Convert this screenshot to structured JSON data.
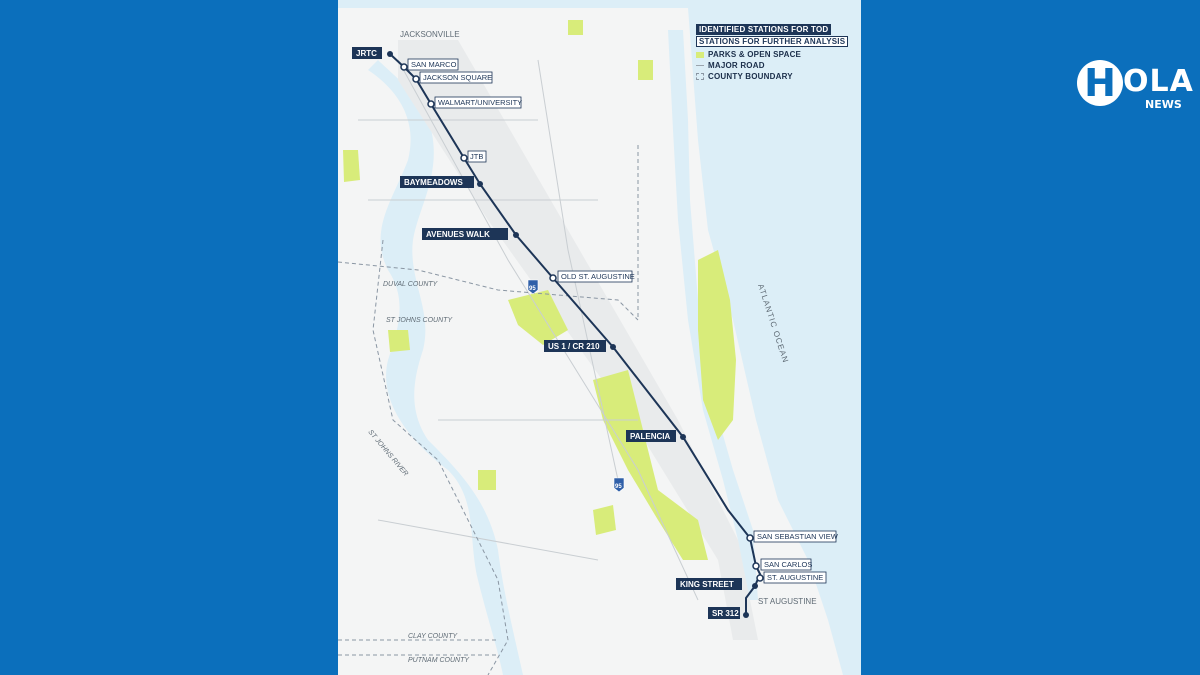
{
  "legend": {
    "tod_label": "IDENTIFIED STATIONS FOR TOD",
    "further_label": "STATIONS FOR FURTHER ANALYSIS",
    "parks_label": "PARKS & OPEN SPACE",
    "road_label": "MAJOR ROAD",
    "county_label": "COUNTY BOUNDARY"
  },
  "places": {
    "jacksonville": "JACKSONVILLE",
    "st_augustine": "ST AUGUSTINE",
    "atlantic": "ATLANTIC OCEAN",
    "duval": "DUVAL COUNTY",
    "st_johns_county": "ST JOHNS COUNTY",
    "st_johns_river": "ST JOHNS RIVER",
    "clay": "CLAY COUNTY",
    "putnam": "PUTNAM COUNTY",
    "i95_a": "95",
    "i95_b": "95"
  },
  "stations": [
    {
      "name": "JRTC",
      "type": "tod"
    },
    {
      "name": "SAN MARCO",
      "type": "further"
    },
    {
      "name": "JACKSON SQUARE",
      "type": "further"
    },
    {
      "name": "WALMART/UNIVERSITY",
      "type": "further"
    },
    {
      "name": "JTB",
      "type": "further"
    },
    {
      "name": "BAYMEADOWS",
      "type": "tod"
    },
    {
      "name": "AVENUES WALK",
      "type": "tod"
    },
    {
      "name": "OLD ST. AUGUSTINE",
      "type": "further"
    },
    {
      "name": "US 1 / CR 210",
      "type": "tod"
    },
    {
      "name": "PALENCIA",
      "type": "tod"
    },
    {
      "name": "SAN SEBASTIAN VIEW",
      "type": "further"
    },
    {
      "name": "SAN CARLOS",
      "type": "further"
    },
    {
      "name": "ST. AUGUSTINE",
      "type": "further"
    },
    {
      "name": "KING STREET",
      "type": "tod"
    },
    {
      "name": "SR 312",
      "type": "tod"
    }
  ],
  "brand": {
    "logo_h": "H",
    "logo_rest": "OLA",
    "logo_sub": "NEWS"
  },
  "colors": {
    "background": "#0b6fbc",
    "route": "#1d3557",
    "parks": "#d8ec7a",
    "water": "#dceef7"
  }
}
